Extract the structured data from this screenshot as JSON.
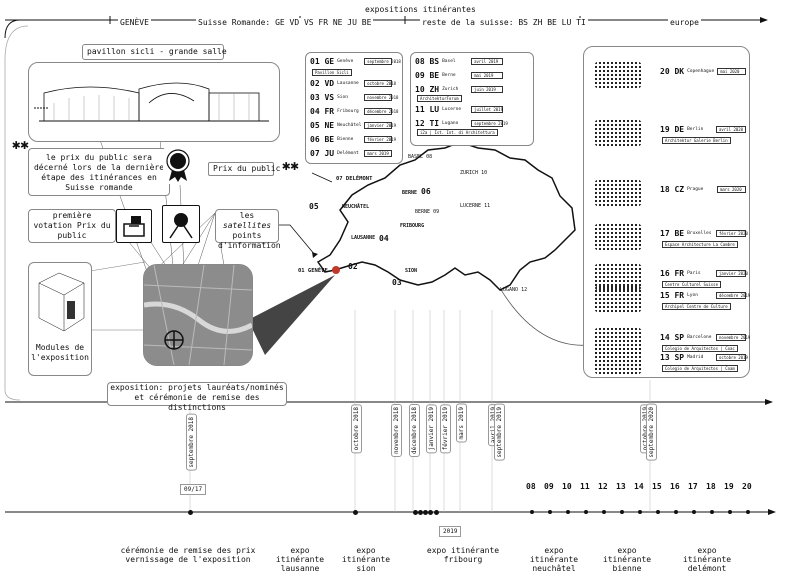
{
  "header": {
    "title": "expositions itinérantes",
    "geneve": "GENÈVE",
    "romande": "Suisse Romande:  GE VD VS FR NE JU BE",
    "reste": "reste de la suisse:  BS ZH BE LU TI",
    "europe": "europe"
  },
  "pavillon": {
    "title": "pavillon sicli - grande salle"
  },
  "prix_note": {
    "stars": "✱✱",
    "text": "le prix du public sera décerné lors de la dernière étape des itinérances en Suisse romande"
  },
  "premiere": {
    "text": "première votation Prix du public"
  },
  "satellites": {
    "pre": "les ",
    "em": "satellites",
    "post": " points d'information"
  },
  "prix_du_public": {
    "label": "Prix du public",
    "stars": "✱✱"
  },
  "modules": {
    "text": "Modules de l'exposition"
  },
  "exposition_banner": {
    "line1": "exposition: projets lauréats/nominés",
    "line2": "et cérémonie de remise des distinctions"
  },
  "romande_list": {
    "pavillon_tag": "Pavillon Sicli",
    "items": [
      {
        "code": "01 GE",
        "city": "Genève",
        "date": "septembre 2018"
      },
      {
        "code": "02 VD",
        "city": "Lausanne",
        "date": "octobre 2018"
      },
      {
        "code": "03 VS",
        "city": "Sion",
        "date": "novembre 2018"
      },
      {
        "code": "04 FR",
        "city": "Fribourg",
        "date": "décembre 2018"
      },
      {
        "code": "05 NE",
        "city": "Neuchâtel",
        "date": "janvier 2019"
      },
      {
        "code": "06 BE",
        "city": "Bienne",
        "date": "février 2019"
      },
      {
        "code": "07 JU",
        "city": "Delémont",
        "date": "mars 2019"
      }
    ]
  },
  "reste_list": {
    "items": [
      {
        "code": "08 BS",
        "city": "Basel",
        "date": "avril 2019"
      },
      {
        "code": "09 BE",
        "city": "Berne",
        "date": "mai 2019"
      },
      {
        "code": "10 ZH",
        "city": "Zurich",
        "date": "juin 2019",
        "sub": "ArchitekturForum"
      },
      {
        "code": "11 LU",
        "city": "Lucerne",
        "date": "juillet 2019"
      },
      {
        "code": "12 TI",
        "city": "Lugano",
        "date": "septembre 2019",
        "sub": "i2a | Ist. Int. di Architettura"
      }
    ]
  },
  "europe_list": {
    "items": [
      {
        "code": "20 DK",
        "city": "Copenhague",
        "date": "mai 2020",
        "sub": ""
      },
      {
        "code": "19 DE",
        "city": "Berlin",
        "date": "avril 2020",
        "sub": "Architektur Galerie Berlin"
      },
      {
        "code": "18 CZ",
        "city": "Prague",
        "date": "mars 2020",
        "sub": ""
      },
      {
        "code": "17 BE",
        "city": "Bruxelles",
        "date": "février 2020",
        "sub": "Espace Architecture La Cambre"
      },
      {
        "code": "16 FR",
        "city": "Paris",
        "date": "janvier 2020",
        "sub": "Centre Culturel Suisse"
      },
      {
        "code": "15 FR",
        "city": "Lyon",
        "date": "décembre 2019",
        "sub": "Archipel Centre de Culture"
      },
      {
        "code": "14 SP",
        "city": "Barcelone",
        "date": "novembre 2019",
        "sub": "Colegio de Arquitectos | Coac"
      },
      {
        "code": "13 SP",
        "city": "Madrid",
        "date": "octobre 2019",
        "sub": "Colegio de Arquitectos | Coam"
      }
    ]
  },
  "map_labels": {
    "geneve": "01 GENÈVE",
    "lausanne": "LAUSANNE",
    "sion": "SION",
    "fribourg": "FRIBOURG",
    "neuchatel": "NEUCHÂTEL",
    "berne": "BERNE",
    "berne_num": "09",
    "basel": "BASEL",
    "basel_num": "08",
    "zurich": "ZURICH",
    "zurich_num": "10",
    "lucerne": "LUCERNE",
    "lucerne_num": "11",
    "lugano": "LUGANO",
    "lugano_num": "12",
    "delemont": "07 DELÉMONT",
    "n02": "02",
    "n03": "03",
    "n04": "04",
    "n05": "05",
    "n06": "06"
  },
  "timeline": {
    "months": [
      {
        "label": "septembre 2018"
      },
      {
        "label": "octobre 2018"
      },
      {
        "label": "novembre 2018"
      },
      {
        "label": "décembre 2018"
      },
      {
        "label": "janvier 2019"
      },
      {
        "label": "février 2019"
      },
      {
        "label": "mars 2019"
      },
      {
        "label": "avril 2019"
      },
      {
        "label": "septembre 2019"
      },
      {
        "label": "octobre 2019"
      },
      {
        "label": "septembre 2020"
      }
    ],
    "date_box": "09/17",
    "year_box": "2019",
    "numbers": [
      "08",
      "09",
      "10",
      "11",
      "12",
      "13",
      "14",
      "15",
      "16",
      "17",
      "18",
      "19",
      "20"
    ],
    "bottom": [
      {
        "l1": "cérémonie de remise des prix",
        "l2": "vernissage de l'exposition"
      },
      {
        "l1": "expo itinérante",
        "l2": "lausanne"
      },
      {
        "l1": "expo itinérante",
        "l2": "sion"
      },
      {
        "l1": "expo itinérante",
        "l2": "fribourg"
      },
      {
        "l1": "expo itinérante",
        "l2": "neuchâtel"
      },
      {
        "l1": "expo itinérante",
        "l2": "bienne"
      },
      {
        "l1": "expo itinérante",
        "l2": "delémont"
      }
    ]
  }
}
